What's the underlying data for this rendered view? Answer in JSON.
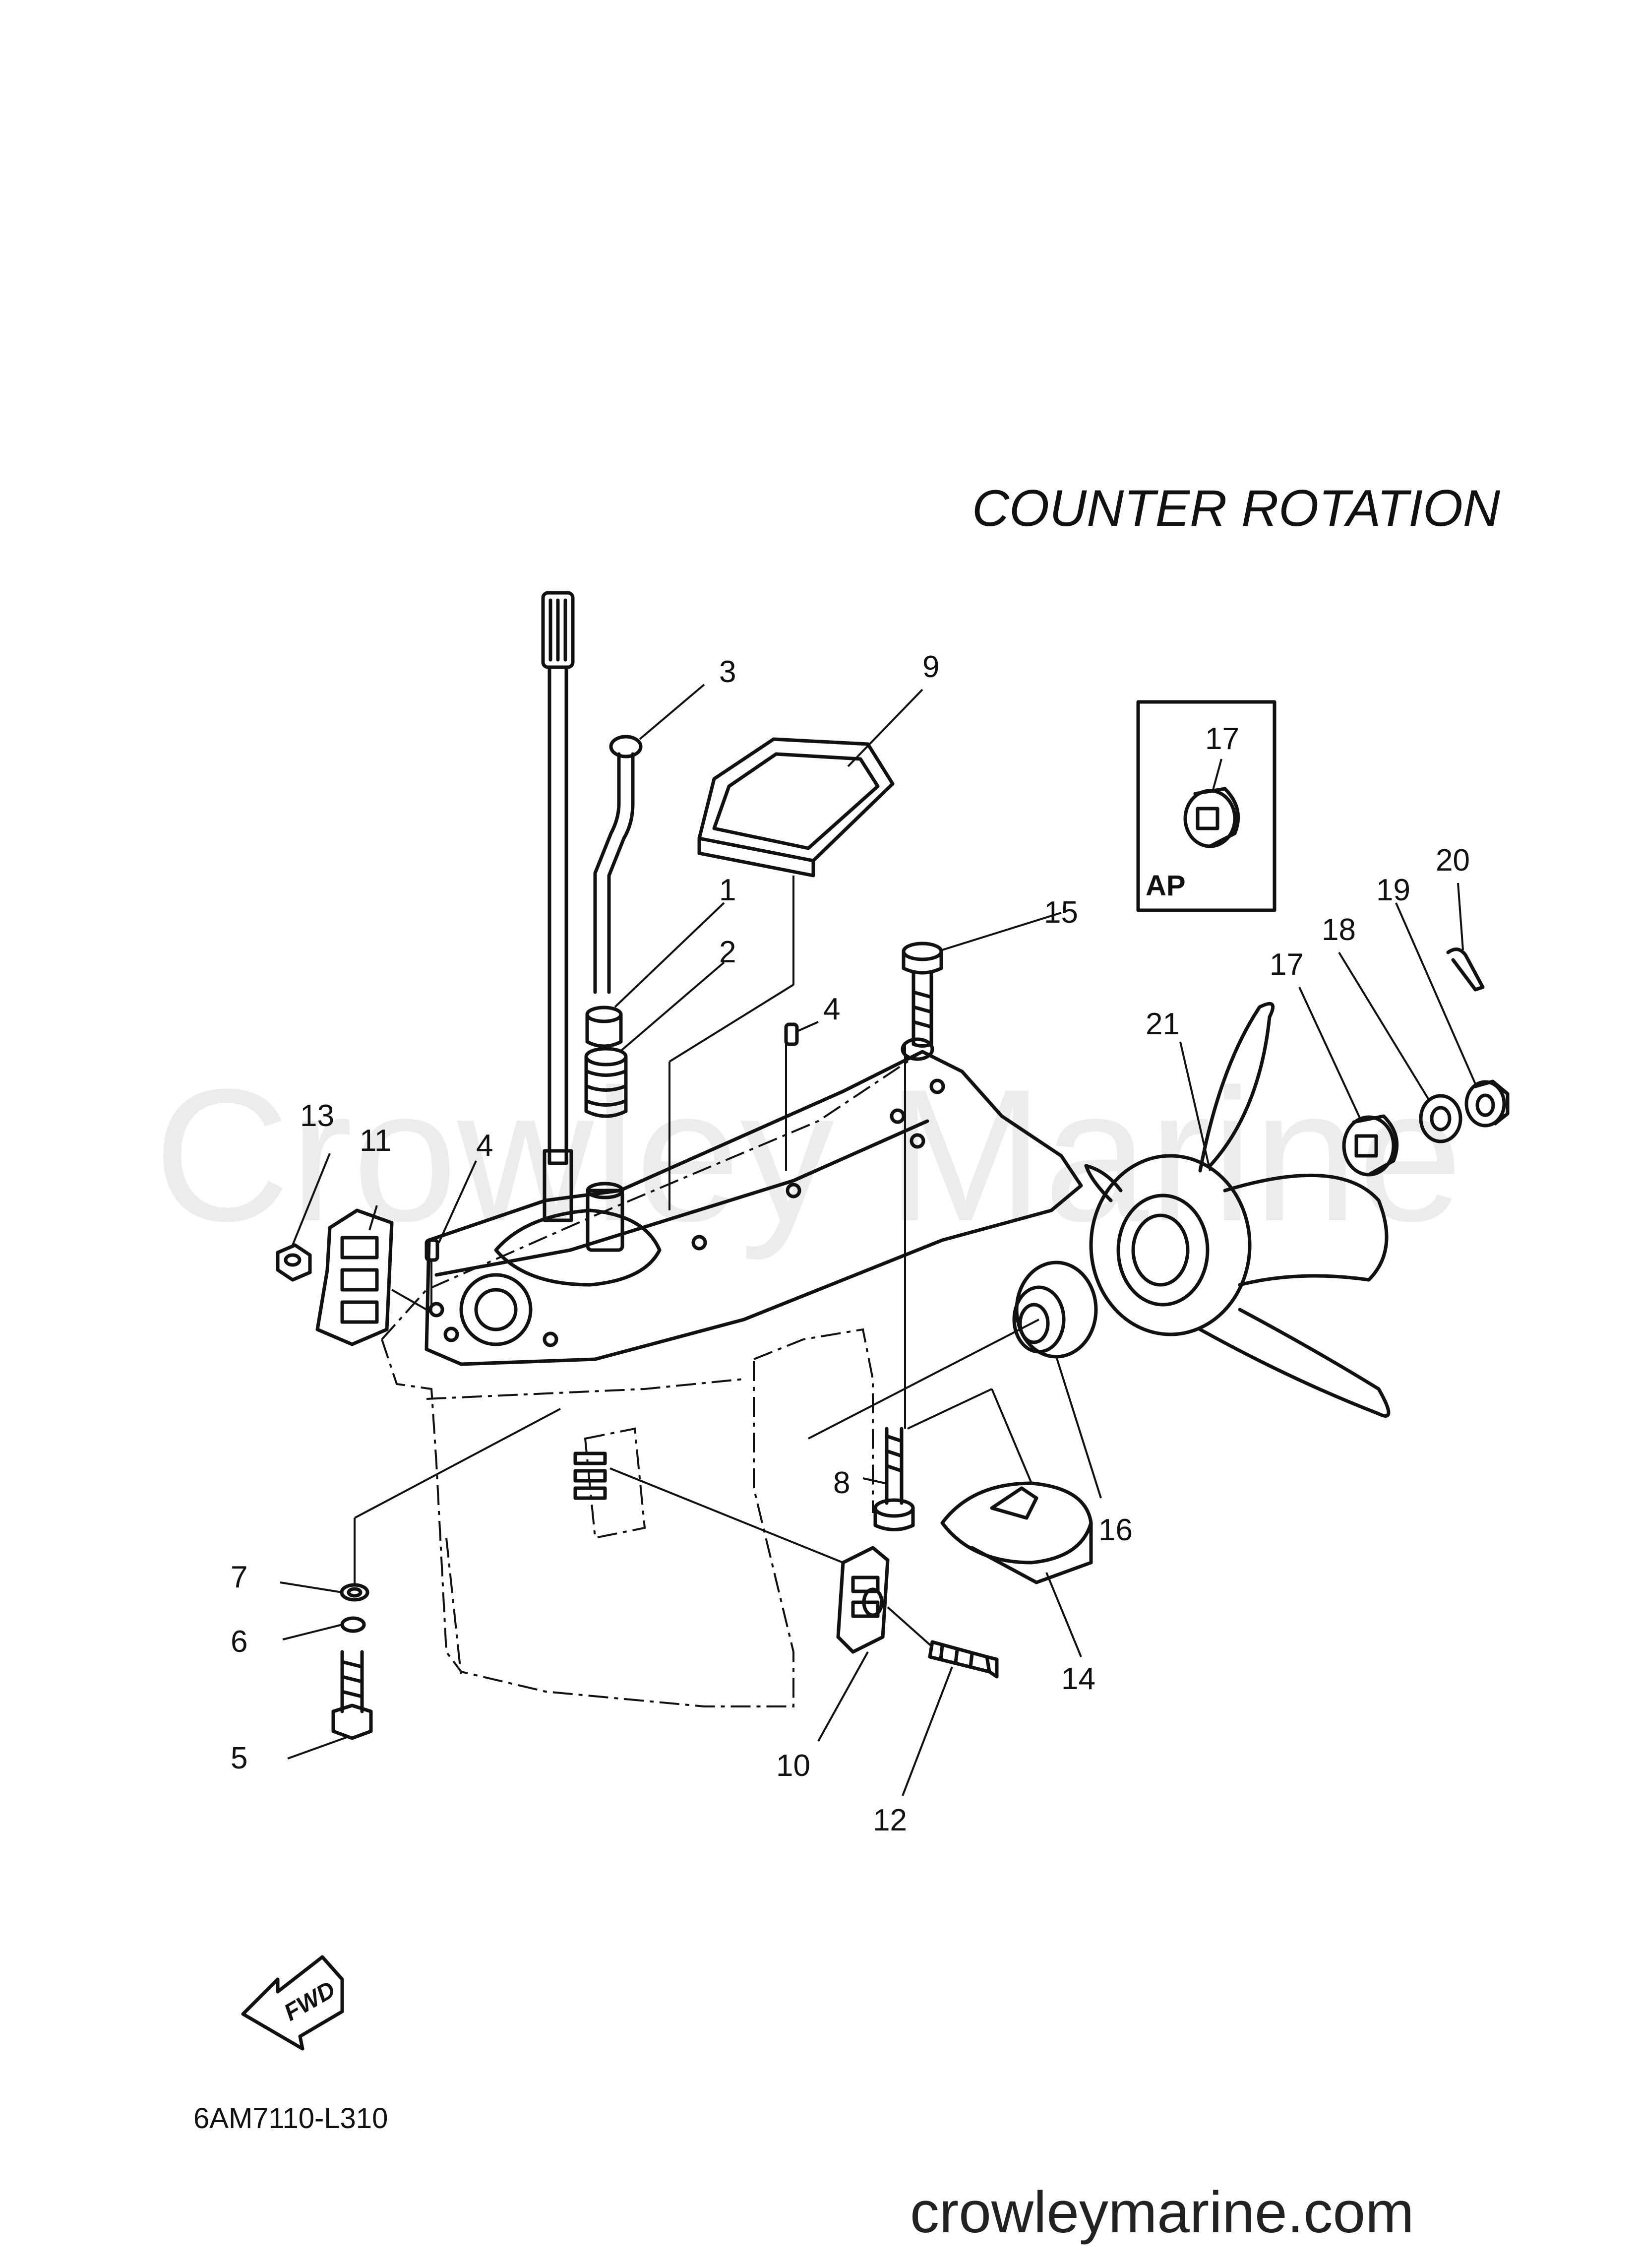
{
  "title": "COUNTER  ROTATION",
  "watermark": "Crowley Marine",
  "footer_url": "crowleymarine.com",
  "diagram_code": "6AM7110-L310",
  "inset_label": "AP",
  "fwd_label": "FWD",
  "callouts": [
    "1",
    "2",
    "3",
    "4",
    "4",
    "5",
    "6",
    "7",
    "8",
    "9",
    "10",
    "11",
    "12",
    "13",
    "14",
    "15",
    "16",
    "17",
    "17",
    "18",
    "19",
    "20",
    "21"
  ]
}
